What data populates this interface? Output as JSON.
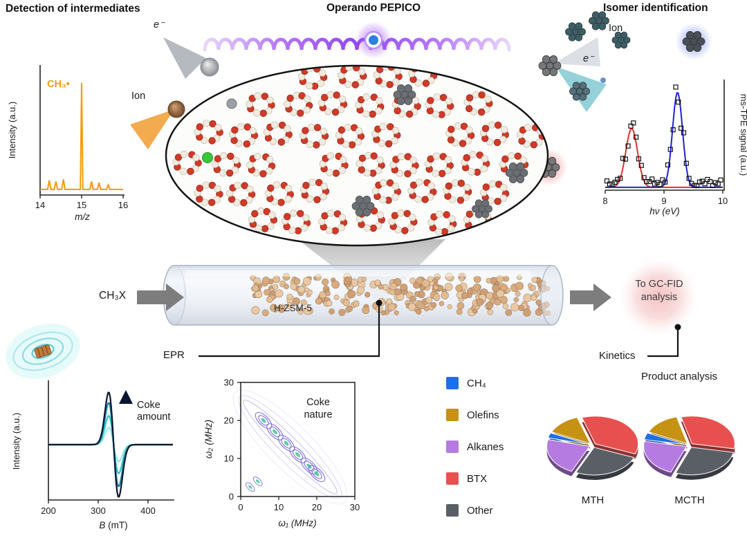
{
  "scene": {
    "title_left": "Detection of intermediates",
    "title_center": "Operando PEPICO",
    "title_right": "Isomer identification",
    "electron_left": "e⁻",
    "ion_left": "Ion",
    "ion_right": "Ion",
    "electron_right": "e⁻",
    "feed_label": "CH₃X",
    "catalyst_label": "H-ZSM-5",
    "outlet_label": "To GC-FID analysis",
    "epr_label": "EPR",
    "kinetics_label": "Kinetics"
  },
  "chart_data": [
    {
      "id": "mass-spectrum",
      "type": "line",
      "annotation": "CH₃•",
      "color": "#f59b0a",
      "x": [
        14.0,
        14.18,
        14.22,
        14.26,
        14.34,
        14.38,
        14.42,
        14.52,
        14.56,
        14.6,
        14.7,
        14.92,
        14.97,
        15.0,
        15.03,
        15.08,
        15.2,
        15.24,
        15.28,
        15.38,
        15.42,
        15.46,
        15.6,
        15.64,
        15.68,
        16.0
      ],
      "y": [
        0.05,
        0.05,
        0.13,
        0.05,
        0.05,
        0.12,
        0.05,
        0.05,
        0.14,
        0.05,
        0.05,
        0.05,
        0.05,
        1.0,
        0.05,
        0.05,
        0.05,
        0.12,
        0.05,
        0.05,
        0.11,
        0.05,
        0.05,
        0.09,
        0.05,
        0.05
      ],
      "xlabel": "m/z",
      "ylabel": "Intensity (a.u.)",
      "xlim": [
        14,
        16
      ],
      "xticks": [
        14,
        15,
        16
      ],
      "ylim": [
        0,
        1.12
      ]
    },
    {
      "id": "ms-tpe",
      "type": "peaks-scatter",
      "xlabel": "hν (eV)",
      "ylabel": "ms-TPE signal (a.u.)",
      "xlim": [
        8,
        10
      ],
      "xticks": [
        8,
        9,
        10
      ],
      "ylim": [
        0,
        1.15
      ],
      "marker": "open-square",
      "peaks": [
        {
          "center": 8.45,
          "height": 0.62,
          "width": 0.1,
          "color": "#e03030"
        },
        {
          "center": 9.23,
          "height": 1.0,
          "width": 0.085,
          "color": "#2020dd"
        }
      ]
    },
    {
      "id": "epr-spectra",
      "type": "derivative-lines",
      "xlabel": "B (mT)",
      "ylabel": "Intensity (a.u.)",
      "xlim": [
        200,
        450
      ],
      "xticks": [
        200,
        300,
        400
      ],
      "center": 331,
      "width": 10,
      "series": [
        {
          "amplitude": 0.32,
          "color": "#8fe9e6"
        },
        {
          "amplitude": 0.55,
          "color": "#31c2cc"
        },
        {
          "amplitude": 0.8,
          "color": "#0d8ba1"
        },
        {
          "amplitude": 1.0,
          "color": "#0a1530"
        }
      ],
      "annotation": "Coke amount"
    },
    {
      "id": "hyscore-contour",
      "type": "contour",
      "xlabel": "ω₁ (MHz)",
      "ylabel": "ω₂ (MHz)",
      "xlim": [
        0,
        30
      ],
      "ylim": [
        0,
        30
      ],
      "xticks": [
        0,
        10,
        20,
        30
      ],
      "yticks": [
        0,
        10,
        20,
        30
      ],
      "annotation": "Coke nature",
      "ridge": [
        [
          6,
          20
        ],
        [
          9,
          17
        ],
        [
          12,
          14
        ],
        [
          15,
          11
        ],
        [
          18,
          8
        ],
        [
          20,
          6
        ]
      ],
      "cluster": [
        [
          2.5,
          2.5
        ],
        [
          4.5,
          4
        ]
      ],
      "line_color": "#6a5ad8",
      "hot_color": "#2fbf8f"
    },
    {
      "id": "product-pies",
      "type": "pie",
      "title": "Product analysis",
      "categories": [
        "CH₄",
        "Olefins",
        "Alkanes",
        "BTX",
        "Other"
      ],
      "colors": [
        "#1f6fe8",
        "#c69214",
        "#b57be0",
        "#e85050",
        "#5a5f66"
      ],
      "pies": [
        {
          "label": "MTH",
          "values": [
            3,
            13,
            22,
            36,
            26
          ]
        },
        {
          "label": "MCTH",
          "values": [
            4,
            14,
            22,
            32,
            28
          ]
        }
      ],
      "order": [
        1,
        3,
        4,
        2,
        0
      ],
      "start_angle": 205
    }
  ]
}
